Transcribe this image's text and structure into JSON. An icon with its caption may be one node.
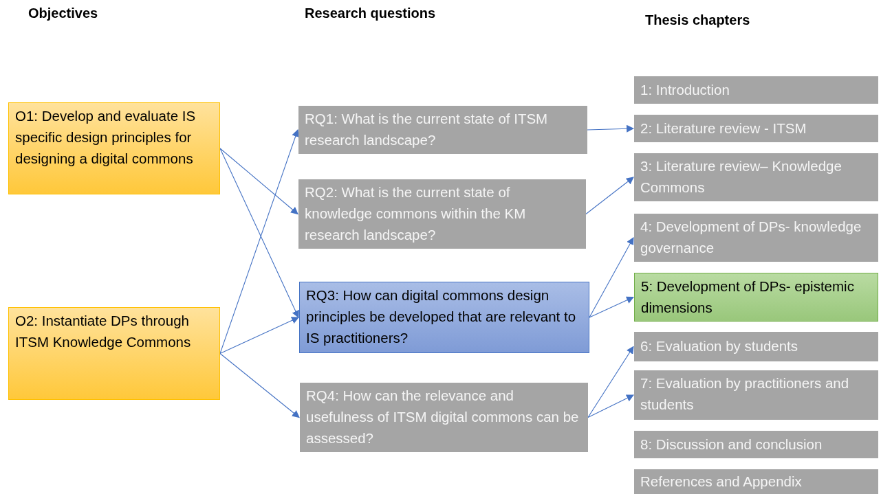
{
  "diagram": {
    "nodes": [
      {
        "text": [
          "O1: Develop and evaluate IS specific design principles for designing a digital commons"
        ]
      },
      {
        "text": [
          "O2: Instantiate DPs through ITSM Knowledge Commons"
        ]
      },
      {
        "text": [
          "RQ1: What is the current state of ITSM research landscape?"
        ]
      },
      {
        "text": [
          "RQ2: What is the current state of knowledge commons within the KM research landscape?"
        ]
      },
      {
        "text": [
          "RQ3: How can digital commons design principles be developed that are relevant to IS practitioners?"
        ]
      },
      {
        "text": [
          "RQ4: How can the relevance and usefulness of ITSM digital commons can be assessed?"
        ]
      },
      {
        "text": [
          "1: Introduction"
        ]
      },
      {
        "text": [
          "2: Literature review - ITSM"
        ]
      },
      {
        "text": [
          "3: Literature review– Knowledge Commons"
        ]
      },
      {
        "text": [
          "4: Development of DPs- knowledge governance"
        ]
      },
      {
        "text": [
          "5: Development of DPs- epistemic dimensions"
        ]
      },
      {
        "text": [
          "6: Evaluation by students"
        ]
      },
      {
        "text": [
          "7: Evaluation by practitioners and students"
        ]
      },
      {
        "text": [
          "8: Discussion and conclusion"
        ]
      },
      {
        "text": [
          "References and Appendix"
        ]
      }
    ],
    "edges": [
      {
        "from": 0,
        "to": 3,
        "arrow": "to"
      },
      {
        "from": 0,
        "to": 4,
        "arrow": "to"
      },
      {
        "from": 1,
        "to": 2,
        "arrow": "to"
      },
      {
        "from": 1,
        "to": 4,
        "arrow": "to"
      },
      {
        "from": 1,
        "to": 5,
        "arrow": "to"
      },
      {
        "from": 2,
        "to": 7,
        "arrow": "to"
      },
      {
        "from": 3,
        "to": 8,
        "arrow": "to"
      },
      {
        "from": 4,
        "to": 9,
        "arrow": "to"
      },
      {
        "from": 4,
        "to": 10,
        "arrow": "to"
      },
      {
        "from": 5,
        "to": 11,
        "arrow": "to"
      },
      {
        "from": 5,
        "to": 12,
        "arrow": "to"
      }
    ],
    "labels": [
      "Objectives",
      "Research questions",
      "Thesis chapters"
    ]
  }
}
